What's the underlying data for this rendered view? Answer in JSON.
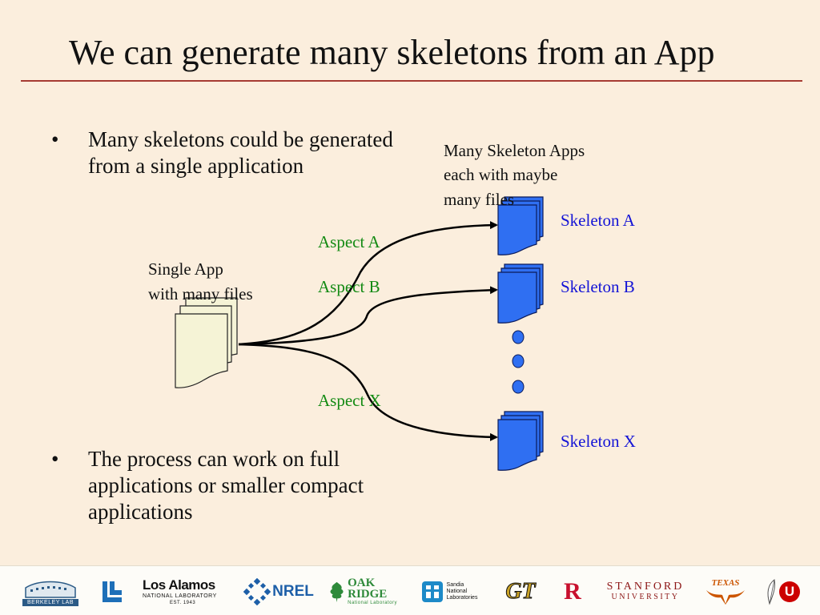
{
  "slide": {
    "title": "We can generate many skeletons from an App",
    "bullets": [
      "Many skeletons could be generated from a single application",
      "The process can work on full applications or smaller compact applications"
    ],
    "bullet_glyph": "•"
  },
  "diagram": {
    "single_app_label": [
      "Single App",
      "with many files"
    ],
    "many_apps_label": [
      "Many Skeleton Apps",
      "each with maybe",
      "many files"
    ],
    "aspects": [
      "Aspect A",
      "Aspect B",
      "Aspect X"
    ],
    "skeletons": [
      "Skeleton A",
      "Skeleton B",
      "Skeleton X"
    ],
    "colors": {
      "background": "#fbeedd",
      "title_rule": "#a63b32",
      "aspect_text": "#138a13",
      "skeleton_text": "#1414d6",
      "skeleton_doc_fill": "#2f6ff2",
      "app_doc_fill": "#f5f3d6"
    }
  },
  "logos": {
    "berkeley": "BERKELEY LAB",
    "los_alamos": "Los Alamos",
    "los_alamos_sub": "NATIONAL LABORATORY",
    "los_alamos_est": "EST. 1943",
    "nrel": "NREL",
    "oak_ridge": [
      "OAK",
      "RIDGE"
    ],
    "oak_ridge_sub": "National Laboratory",
    "sandia": [
      "Sandia",
      "National",
      "Laboratories"
    ],
    "gt": "GT",
    "rutgers": "R",
    "stanford": [
      "STANFORD",
      "UNIVERSITY"
    ],
    "texas": "TEXAS",
    "utah": "U"
  }
}
